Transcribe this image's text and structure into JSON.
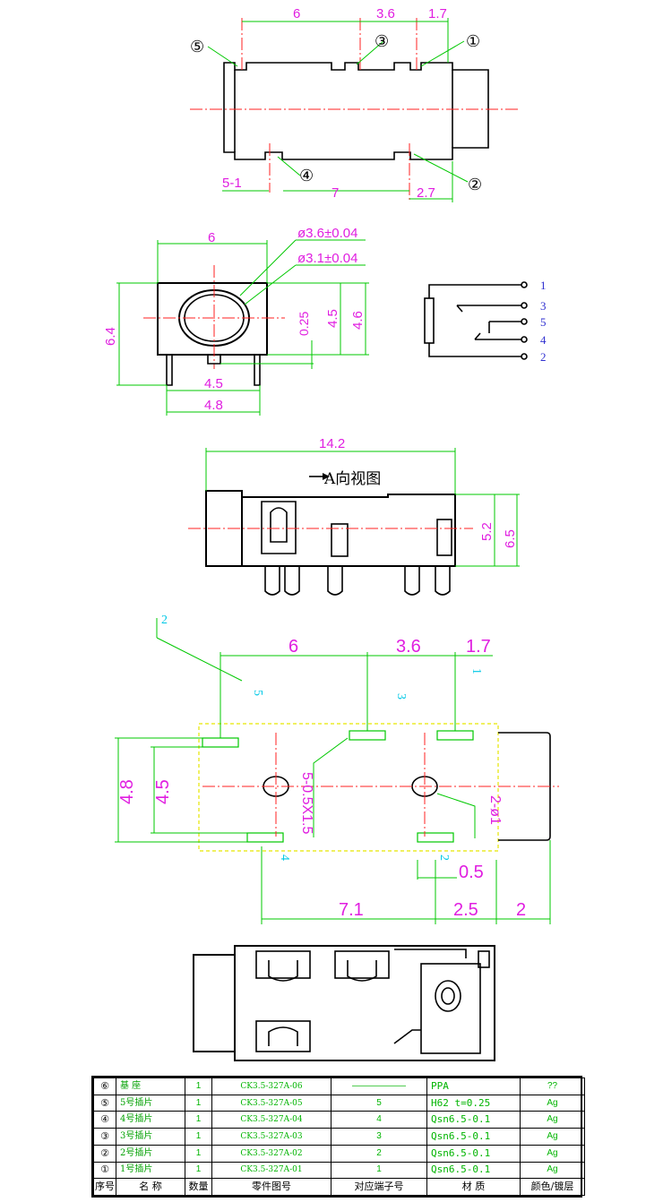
{
  "view1": {
    "dims": {
      "d6": "6",
      "d36": "3.6",
      "d17": "1.7",
      "d51": "5-1",
      "d7": "7",
      "d27": "2.7"
    },
    "callouts": {
      "c5": "⑤",
      "c3": "③",
      "c1": "①",
      "c4": "④",
      "c2": "②"
    }
  },
  "view2": {
    "dims": {
      "w6": "6",
      "dia36": "ø3.6±0.04",
      "dia31": "ø3.1±0.04",
      "h64": "6.4",
      "h025": "0.25",
      "h45": "4.5",
      "h46": "4.6",
      "w45": "4.5",
      "w48": "4.8"
    }
  },
  "schematic": {
    "pins": [
      "1",
      "3",
      "5",
      "4",
      "2"
    ]
  },
  "view3": {
    "dims": {
      "w142": "14.2",
      "h52": "5.2",
      "h65": "6.5"
    },
    "label": "A向视图"
  },
  "view4": {
    "dims": {
      "d6": "6",
      "d36": "3.6",
      "d17": "1.7",
      "h48": "4.8",
      "h45": "4.5",
      "slot": "5-0.5X1.5",
      "hole": "2-ø1",
      "d05": "0.5",
      "d71": "7.1",
      "d25": "2.5",
      "d2": "2"
    },
    "cyan": {
      "q2": "2",
      "p5": "5",
      "p3": "3",
      "p1": "1",
      "p4": "4",
      "p2": "2"
    }
  },
  "bom": {
    "rows": [
      {
        "idx": "⑥",
        "name": "基 座",
        "qty": "1",
        "pn": "CK3.5-327A-06",
        "term": "——————",
        "mat": "PPA",
        "finish": "??"
      },
      {
        "idx": "⑤",
        "name": "5号插片",
        "qty": "1",
        "pn": "CK3.5-327A-05",
        "term": "5",
        "mat": "H62 t=0.25",
        "finish": "Ag"
      },
      {
        "idx": "④",
        "name": "4号插片",
        "qty": "1",
        "pn": "CK3.5-327A-04",
        "term": "4",
        "mat": "Qsn6.5-0.1",
        "finish": "Ag"
      },
      {
        "idx": "③",
        "name": "3号插片",
        "qty": "1",
        "pn": "CK3.5-327A-03",
        "term": "3",
        "mat": "Qsn6.5-0.1",
        "finish": "Ag"
      },
      {
        "idx": "②",
        "name": "2号插片",
        "qty": "1",
        "pn": "CK3.5-327A-02",
        "term": "2",
        "mat": "Qsn6.5-0.1",
        "finish": "Ag"
      },
      {
        "idx": "①",
        "name": "1号插片",
        "qty": "1",
        "pn": "CK3.5-327A-01",
        "term": "1",
        "mat": "Qsn6.5-0.1",
        "finish": "Ag"
      }
    ],
    "header": {
      "idx": "序号",
      "name": "名 称",
      "qty": "数量",
      "pn": "零件图号",
      "term": "对应端子号",
      "mat": "材 质",
      "finish": "颜色/镀层"
    },
    "overlap_note": "t=0.25"
  }
}
